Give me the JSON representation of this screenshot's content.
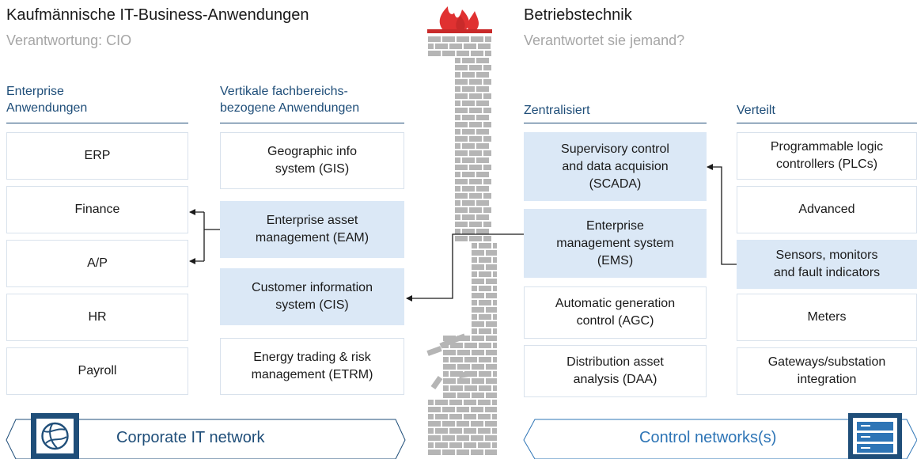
{
  "left": {
    "title": "Kaufmännische IT-Business-Anwendungen",
    "subtitle": "Verantwortung: CIO",
    "col1_header": "Enterprise\nAnwendungen",
    "col2_header": "Vertikale fachbereichs-\nbezogene Anwendungen",
    "col1_items": [
      "ERP",
      "Finance",
      "A/P",
      "HR",
      "Payroll"
    ],
    "col2_items": [
      {
        "label": "Geographic info\nsystem (GIS)",
        "highlight": false
      },
      {
        "label": "Enterprise asset\nmanagement (EAM)",
        "highlight": true
      },
      {
        "label": "Customer information\nsystem (CIS)",
        "highlight": true
      },
      {
        "label": "Energy trading  & risk\nmanagement (ETRM)",
        "highlight": false
      }
    ],
    "banner_label": "Corporate IT network",
    "banner_icon": "network-globe-icon"
  },
  "right": {
    "title": "Betriebstechnik",
    "subtitle": "Verantwortet sie jemand?",
    "col1_header": "Zentralisiert",
    "col2_header": "Verteilt",
    "col1_items": [
      {
        "label": "Supervisory control\nand data acquision\n(SCADA)",
        "highlight": true
      },
      {
        "label": "Enterprise\nmanagement system\n(EMS)",
        "highlight": true
      },
      {
        "label": "Automatic generation\ncontrol (AGC)",
        "highlight": false
      },
      {
        "label": "Distribution asset\nanalysis (DAA)",
        "highlight": false
      }
    ],
    "col2_items": [
      {
        "label": "Programmable logic\ncontrollers (PLCs)",
        "highlight": false
      },
      {
        "label": "Advanced",
        "highlight": false
      },
      {
        "label": "Sensors, monitors\nand fault indicators",
        "highlight": true
      },
      {
        "label": "Meters",
        "highlight": false
      },
      {
        "label": "Gateways/substation\nintegration",
        "highlight": false
      }
    ],
    "banner_label": "Control networks(s)",
    "banner_icon": "server-rack-icon"
  },
  "firewall_icon": "fire-icon",
  "colors": {
    "accent": "#1f4e79",
    "highlight": "#dbe8f6",
    "fire": "#e03131",
    "wall": "#b5b5b5"
  }
}
